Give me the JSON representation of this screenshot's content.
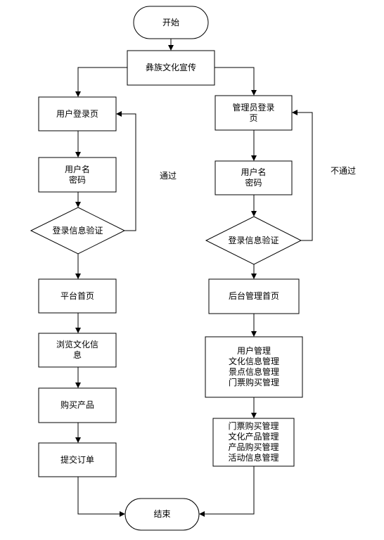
{
  "flowchart": {
    "start": "开始",
    "promo": "彝族文化宣传",
    "user_branch": {
      "login_page": "用户登录页",
      "credentials": "用户名\n密码",
      "verify": "登录信息验证",
      "pass_label": "通过",
      "home": "平台首页",
      "browse": "浏览文化信\n息",
      "buy": "购买产品",
      "submit": "提交订单"
    },
    "admin_branch": {
      "login_page": "管理员登录\n页",
      "credentials": "用户名\n密码",
      "verify": "登录信息验证",
      "fail_label": "不通过",
      "home": "后台管理首页",
      "manage_group_1": "用户管理\n文化信息管理\n景点信息管理\n门票购买管理",
      "manage_group_2": "门票购买管理\n文化产品管理\n产品购买管理\n活动信息管理"
    },
    "end": "结束"
  }
}
